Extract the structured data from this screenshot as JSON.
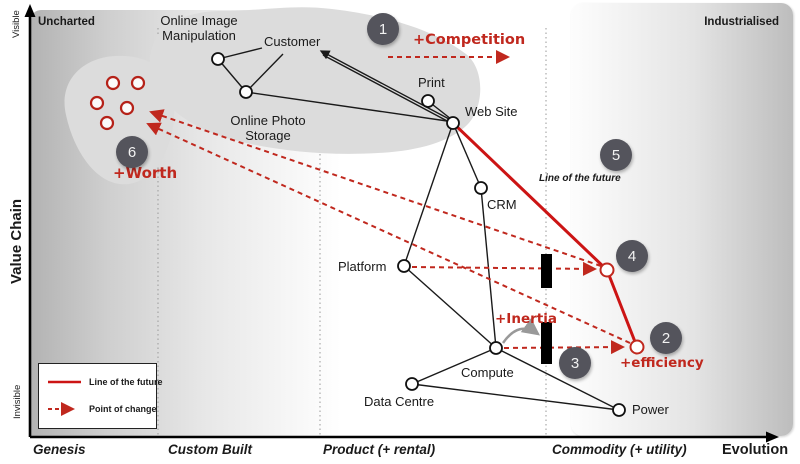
{
  "regions": {
    "top_left": "Uncharted",
    "top_right": "Industrialised"
  },
  "axes": {
    "y_title": "Value Chain",
    "y_top": "Visible",
    "y_bottom": "Invisible",
    "x_title": "Evolution",
    "stages": [
      "Genesis",
      "Custom Built",
      "Product (+ rental)",
      "Commodity (+ utility)"
    ]
  },
  "nodes": {
    "online_image_manipulation": "Online Image Manipulation",
    "customer": "Customer",
    "online_photo_storage": "Online Photo Storage",
    "print": "Print",
    "web_site": "Web Site",
    "crm": "CRM",
    "platform": "Platform",
    "compute": "Compute",
    "data_centre": "Data Centre",
    "power": "Power"
  },
  "annotations": {
    "competition": "+Competition",
    "worth": "+Worth",
    "inertia": "+Inertia",
    "efficiency": "+efficiency",
    "line_of_future": "Line of the future"
  },
  "badges": {
    "b1": "1",
    "b2": "2",
    "b3": "3",
    "b4": "4",
    "b5": "5",
    "b6": "6"
  },
  "legend": {
    "line_of_future": "Line of the future",
    "point_of_change": "Point of change"
  },
  "colors": {
    "red": "#c0281e",
    "line_red": "#cc1414",
    "badge_fill": "#54545c",
    "blob": "#dcdcdc"
  }
}
